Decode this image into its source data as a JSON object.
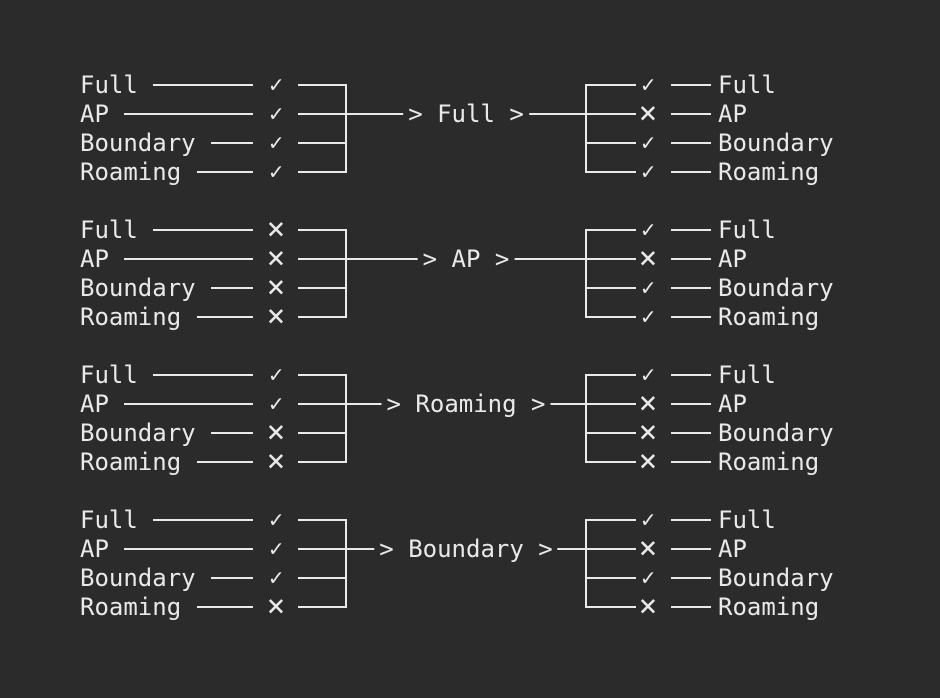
{
  "theme": {
    "background": "#2b2b2b",
    "foreground": "#e9e9e9"
  },
  "diagram": {
    "icons": {
      "check": "✓",
      "cross": "×"
    },
    "groups": [
      {
        "center_label": "Full",
        "center_text": "> Full >",
        "left": [
          {
            "label": "Full",
            "mark": "check"
          },
          {
            "label": "AP",
            "mark": "check"
          },
          {
            "label": "Boundary",
            "mark": "check"
          },
          {
            "label": "Roaming",
            "mark": "check"
          }
        ],
        "right": [
          {
            "label": "Full",
            "mark": "check"
          },
          {
            "label": "AP",
            "mark": "cross"
          },
          {
            "label": "Boundary",
            "mark": "check"
          },
          {
            "label": "Roaming",
            "mark": "check"
          }
        ]
      },
      {
        "center_label": "AP",
        "center_text": "> AP >",
        "left": [
          {
            "label": "Full",
            "mark": "cross"
          },
          {
            "label": "AP",
            "mark": "cross"
          },
          {
            "label": "Boundary",
            "mark": "cross"
          },
          {
            "label": "Roaming",
            "mark": "cross"
          }
        ],
        "right": [
          {
            "label": "Full",
            "mark": "check"
          },
          {
            "label": "AP",
            "mark": "cross"
          },
          {
            "label": "Boundary",
            "mark": "check"
          },
          {
            "label": "Roaming",
            "mark": "check"
          }
        ]
      },
      {
        "center_label": "Roaming",
        "center_text": "> Roaming >",
        "left": [
          {
            "label": "Full",
            "mark": "check"
          },
          {
            "label": "AP",
            "mark": "check"
          },
          {
            "label": "Boundary",
            "mark": "cross"
          },
          {
            "label": "Roaming",
            "mark": "cross"
          }
        ],
        "right": [
          {
            "label": "Full",
            "mark": "check"
          },
          {
            "label": "AP",
            "mark": "cross"
          },
          {
            "label": "Boundary",
            "mark": "cross"
          },
          {
            "label": "Roaming",
            "mark": "cross"
          }
        ]
      },
      {
        "center_label": "Boundary",
        "center_text": "> Boundary >",
        "left": [
          {
            "label": "Full",
            "mark": "check"
          },
          {
            "label": "AP",
            "mark": "check"
          },
          {
            "label": "Boundary",
            "mark": "check"
          },
          {
            "label": "Roaming",
            "mark": "cross"
          }
        ],
        "right": [
          {
            "label": "Full",
            "mark": "check"
          },
          {
            "label": "AP",
            "mark": "cross"
          },
          {
            "label": "Boundary",
            "mark": "check"
          },
          {
            "label": "Roaming",
            "mark": "cross"
          }
        ]
      }
    ]
  }
}
